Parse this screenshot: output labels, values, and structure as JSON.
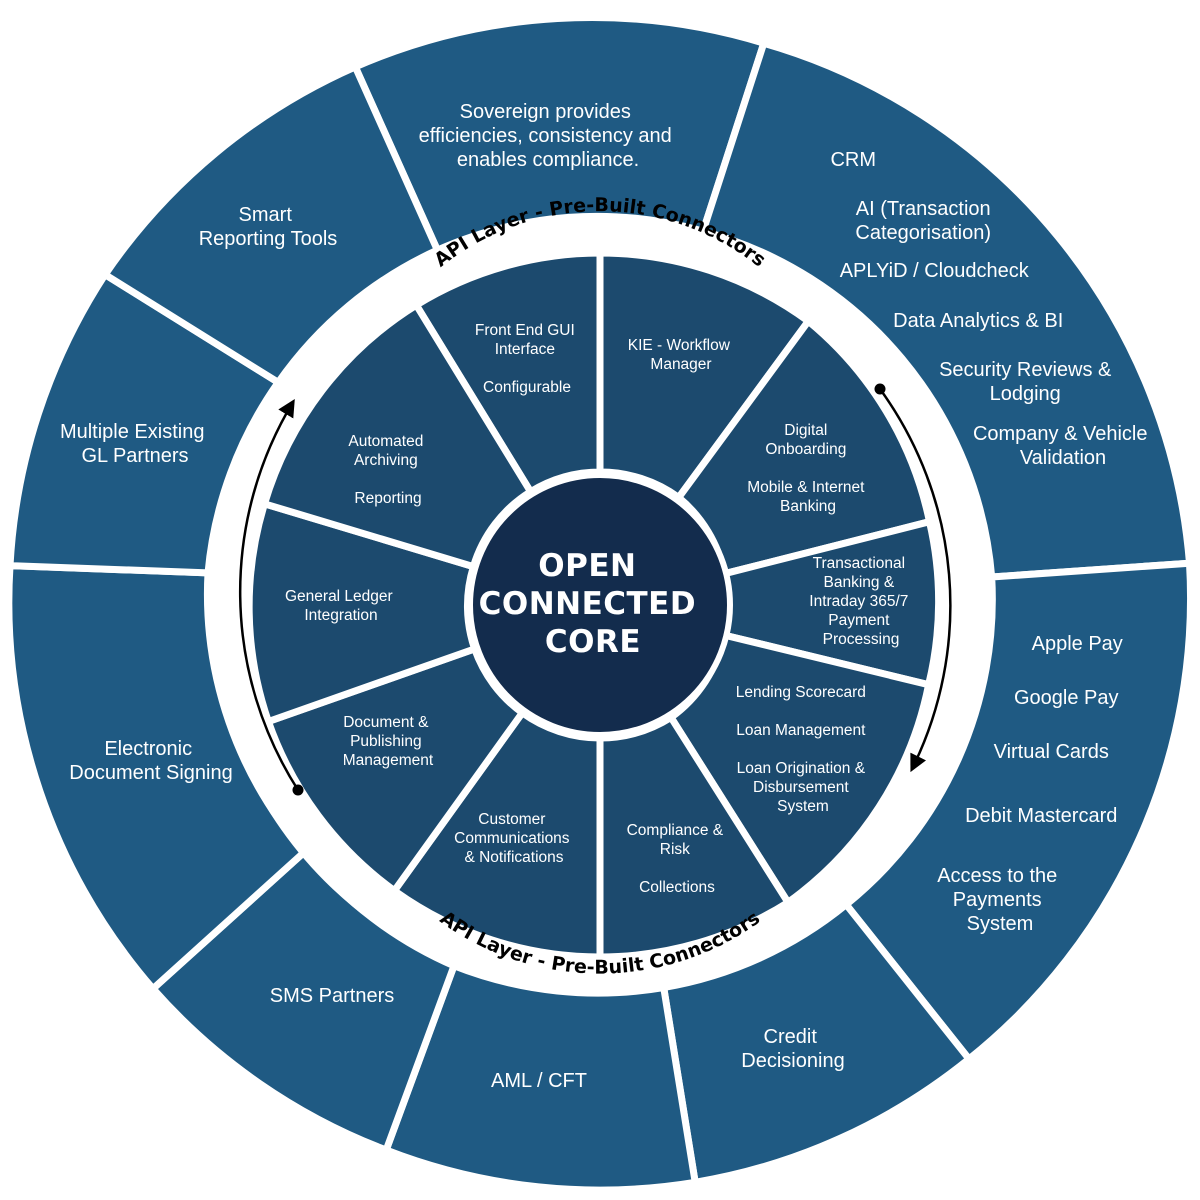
{
  "core": {
    "lines": [
      "OPEN",
      "CONNECTED",
      "CORE"
    ]
  },
  "api_layer": {
    "top_label": "API Layer - Pre-Built Connectors",
    "bottom_label": "API Layer - Pre-Built Connectors"
  },
  "inner_ring": [
    {
      "id": "front-end-gui",
      "lines": [
        "Front End GUI",
        "Interface",
        "",
        "Configurable"
      ]
    },
    {
      "id": "kie-workflow",
      "lines": [
        "KIE - Workflow",
        "Manager"
      ]
    },
    {
      "id": "digital-onboarding",
      "lines": [
        "Digital",
        "Onboarding",
        "",
        "Mobile & Internet",
        "Banking"
      ]
    },
    {
      "id": "transactional-banking",
      "lines": [
        "Transactional",
        "Banking &",
        "Intraday 365/7",
        "Payment",
        "Processing"
      ]
    },
    {
      "id": "lending",
      "lines": [
        "Lending Scorecard",
        "",
        "Loan Management",
        "",
        "Loan Origination &",
        "Disbursement",
        "System"
      ]
    },
    {
      "id": "compliance",
      "lines": [
        "Compliance &",
        "Risk",
        "",
        "Collections"
      ]
    },
    {
      "id": "customer-comms",
      "lines": [
        "Customer",
        "Communications",
        "& Notifications"
      ]
    },
    {
      "id": "document-publishing",
      "lines": [
        "Document &",
        "Publishing",
        "Management"
      ]
    },
    {
      "id": "general-ledger",
      "lines": [
        "General Ledger",
        "Integration"
      ]
    },
    {
      "id": "archiving",
      "lines": [
        "Automated",
        "Archiving",
        "",
        "Reporting"
      ]
    }
  ],
  "outer_ring": [
    {
      "id": "sovereign",
      "lines": [
        "Sovereign provides",
        "efficiencies, consistency and",
        "enables compliance."
      ]
    },
    {
      "id": "crm-group",
      "lines": [
        "CRM",
        "",
        "AI (Transaction",
        "Categorisation)",
        "APLYiD / Cloudcheck",
        "",
        "Data Analytics & BI",
        "",
        "Security Reviews &",
        "Lodging",
        "",
        "Company & Vehicle",
        "Validation"
      ]
    },
    {
      "id": "payments-group",
      "lines": [
        "Apple Pay",
        "",
        "Google Pay",
        "",
        "Virtual Cards",
        "",
        "Debit Mastercard",
        "",
        "Access to the",
        "Payments",
        "System"
      ]
    },
    {
      "id": "credit-decisioning",
      "lines": [
        "Credit",
        "Decisioning"
      ]
    },
    {
      "id": "aml-cft",
      "lines": [
        "AML / CFT"
      ]
    },
    {
      "id": "sms-partners",
      "lines": [
        "SMS Partners"
      ]
    },
    {
      "id": "electronic-signing",
      "lines": [
        "Electronic",
        "Document Signing"
      ]
    },
    {
      "id": "gl-partners",
      "lines": [
        "Multiple Existing",
        "GL Partners"
      ]
    },
    {
      "id": "smart-reporting",
      "lines": [
        "Smart",
        "Reporting Tools"
      ]
    }
  ]
}
